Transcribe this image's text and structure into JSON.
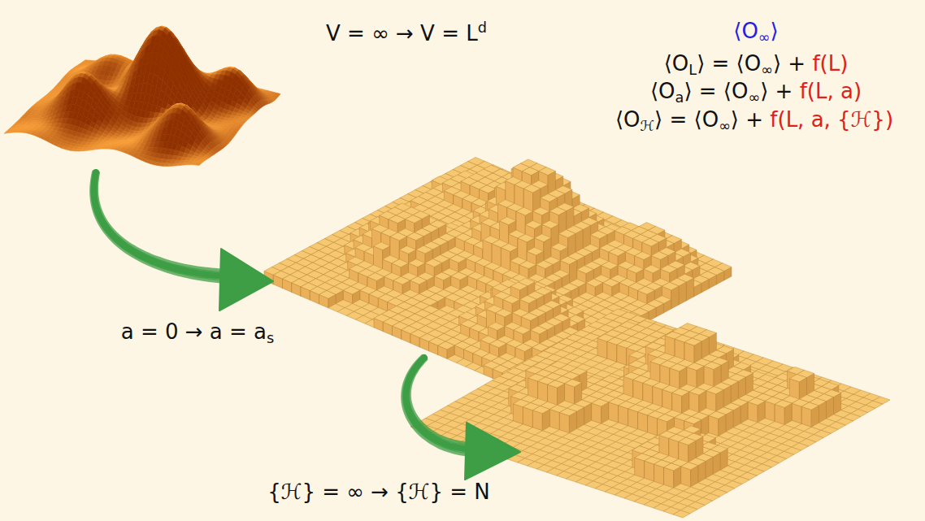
{
  "diagram": {
    "labels": [
      "V = ∞ → V = Ld",
      "a = 0 → a = as",
      "{ℋ} = ∞ → {ℋ} = N",
      "⟨O∞⟩",
      "⟨OL⟩ = ⟨O∞⟩ + f(L)",
      "⟨Oa⟩ = ⟨O∞⟩ + f(L, a)",
      "⟨Oℋ⟩ = ⟨O∞⟩ + f(L, a, {ℋ})"
    ]
  }
}
